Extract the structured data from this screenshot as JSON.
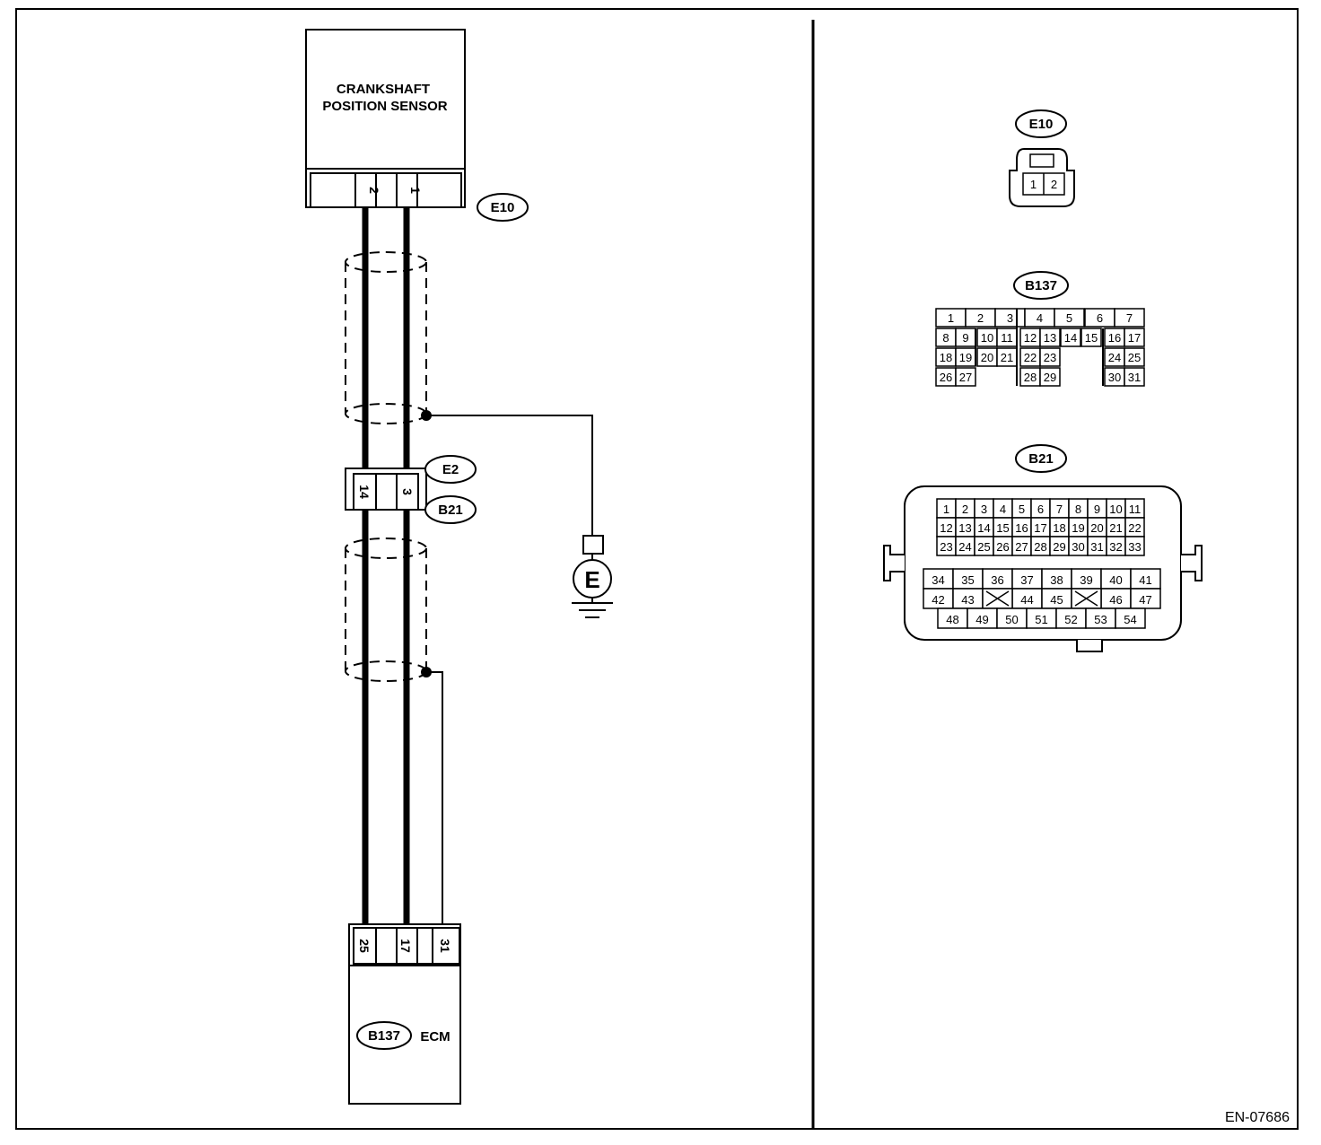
{
  "sensor": {
    "line1": "CRANKSHAFT",
    "line2": "POSITION SENSOR",
    "connector": "E10",
    "pins": [
      "2",
      "1"
    ]
  },
  "joint": {
    "connector_top": "E2",
    "connector_bottom": "B21",
    "pins": [
      "14",
      "3"
    ]
  },
  "ground": {
    "label": "E"
  },
  "ecm": {
    "connector": "B137",
    "label": "ECM",
    "pins": [
      "25",
      "17",
      "31"
    ]
  },
  "views": {
    "e10": {
      "title": "E10",
      "pins": [
        "1",
        "2"
      ]
    },
    "b137": {
      "title": "B137",
      "rows": [
        [
          "1",
          "2",
          "3",
          "4",
          "5",
          "6",
          "7"
        ],
        [
          "8",
          "9",
          "10",
          "11",
          "12",
          "13",
          "14",
          "15",
          "16",
          "17"
        ],
        [
          "18",
          "19",
          "20",
          "21",
          "22",
          "23",
          "24",
          "25"
        ],
        [
          "26",
          "27",
          "28",
          "29",
          "30",
          "31"
        ]
      ]
    },
    "b21": {
      "title": "B21",
      "rows": [
        [
          "1",
          "2",
          "3",
          "4",
          "5",
          "6",
          "7",
          "8",
          "9",
          "10",
          "11"
        ],
        [
          "12",
          "13",
          "14",
          "15",
          "16",
          "17",
          "18",
          "19",
          "20",
          "21",
          "22"
        ],
        [
          "23",
          "24",
          "25",
          "26",
          "27",
          "28",
          "29",
          "30",
          "31",
          "32",
          "33"
        ],
        [
          "34",
          "35",
          "36",
          "37",
          "38",
          "39",
          "40",
          "41"
        ],
        [
          "42",
          "43",
          "44",
          "45",
          "46",
          "47"
        ],
        [
          "48",
          "49",
          "50",
          "51",
          "52",
          "53",
          "54"
        ]
      ]
    }
  },
  "reference": "EN-07686"
}
